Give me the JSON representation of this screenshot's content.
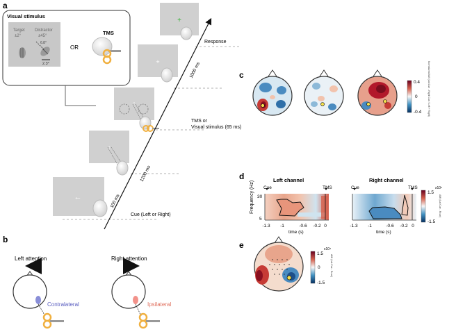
{
  "panels": {
    "a": "a",
    "b": "b",
    "c": "c",
    "d": "d",
    "e": "e"
  },
  "a": {
    "visual_stimulus_title": "Visual stimulus",
    "target_label": "Target",
    "target_angle": "±2°",
    "distractor_label": "Distractor",
    "distractor_angle": "±45°",
    "dist_small": "6.8°",
    "dist_bottom": "2.3°",
    "or": "OR",
    "tms": "TMS",
    "response": "Response",
    "t1000": "1000 ms",
    "tms_or": "TMS or",
    "visual_65": "Visual stimulus (65 ms)",
    "t1200": "1200 ms",
    "t100": "100 ms",
    "cue": "Cue (Left or Right)"
  },
  "b": {
    "left_attention": "Left attention",
    "right_attention": "Right attention",
    "contralateral": "Contralateral",
    "ipsilateral": "Ipsilateral"
  },
  "c": {
    "cb_max": "0.4",
    "cb_zero": "0",
    "cb_min": "-0.4",
    "cb_label": "Normalized AMI (Lat.Cue - Right Cue / Left + Right)"
  },
  "d": {
    "left_title": "Left channel",
    "right_title": "Right channel",
    "cue": "Cue",
    "tms": "TMS",
    "ylabel": "Frequency (Hz)",
    "y30": "30",
    "y5": "5",
    "xlabel": "time (s)",
    "xticks": [
      "-1.3",
      "-1",
      "-0.6",
      "-0.2",
      "0"
    ],
    "cb_max": "1.5",
    "cb_exp": "x10⁴",
    "cb_min": "-1.5",
    "cb_label": "AMI (Lat.Cue - Rcue)"
  },
  "e": {
    "cb_max": "1.5",
    "cb_exp": "x10⁴",
    "cb_zero": "0",
    "cb_min": "-1.5",
    "cb_label": "AMI (Lat.Cue - Rcue)"
  },
  "colors": {
    "red": "#b2182b",
    "blue": "#2166ac",
    "green": "#3db43d",
    "contra": "#8a8fd8",
    "ipsi": "#f2928a",
    "orange": "#f0b040"
  }
}
